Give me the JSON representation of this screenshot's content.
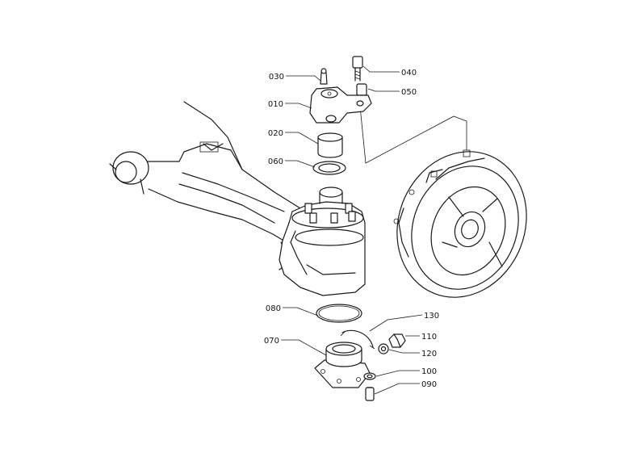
{
  "callouts": [
    {
      "id": "c030",
      "label": "030"
    },
    {
      "id": "c040",
      "label": "040"
    },
    {
      "id": "c050",
      "label": "050"
    },
    {
      "id": "c010",
      "label": "010"
    },
    {
      "id": "c020",
      "label": "020"
    },
    {
      "id": "c060",
      "label": "060"
    },
    {
      "id": "c080",
      "label": "080"
    },
    {
      "id": "c130",
      "label": "130"
    },
    {
      "id": "c070",
      "label": "070"
    },
    {
      "id": "c110",
      "label": "110"
    },
    {
      "id": "c120",
      "label": "120"
    },
    {
      "id": "c100",
      "label": "100"
    },
    {
      "id": "c090",
      "label": "090"
    }
  ]
}
